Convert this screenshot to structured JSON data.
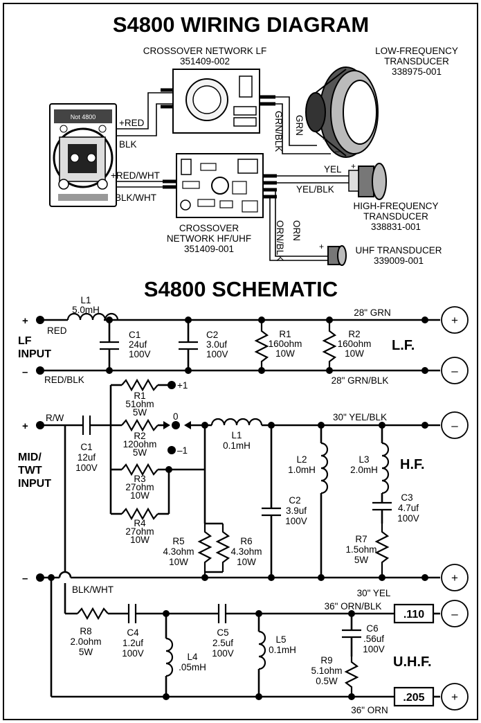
{
  "wiring": {
    "title": "S4800 WIRING DIAGRAM",
    "crossover_lf": {
      "line1": "CROSSOVER NETWORK LF",
      "line2": "351409-002"
    },
    "lf_transducer": {
      "line1": "LOW-FREQUENCY",
      "line2": "TRANSDUCER",
      "line3": "338975-001"
    },
    "hf_transducer": {
      "line1": "HIGH-FREQUENCY",
      "line2": "TRANSDUCER",
      "line3": "338831-001"
    },
    "uhf_transducer": {
      "line1": "UHF TRANSDUCER",
      "line2": "339009-001"
    },
    "crossover_hf": {
      "line1": "CROSSOVER",
      "line2": "NETWORK HF/UHF",
      "line3": "351409-001"
    },
    "input_plate_text": "Not 4800",
    "wires": {
      "red": "+RED",
      "blk": "BLK",
      "red_wht": "+RED/WHT",
      "blk_wht": "BLK/WHT",
      "grn": "GRN",
      "grn_blk": "GRN/BLK",
      "yel": "YEL",
      "yel_blk": "YEL/BLK",
      "orn": "ORN",
      "orn_blk": "ORN/BLK"
    }
  },
  "schematic": {
    "title": "S4800 SCHEMATIC",
    "lf": {
      "input_line1": "LF",
      "input_line2": "INPUT",
      "plus": "+",
      "minus": "–",
      "red": "RED",
      "red_blk": "RED/BLK",
      "top_wire": "28\" GRN",
      "bottom_wire": "28\" GRN/BLK",
      "section": "L.F.",
      "l1": {
        "name": "L1",
        "value": "5.0mH"
      },
      "c1": {
        "name": "C1",
        "value": "24uf",
        "rating": "100V"
      },
      "c2": {
        "name": "C2",
        "value": "3.0uf",
        "rating": "100V"
      },
      "r1": {
        "name": "R1",
        "value": "160ohm",
        "rating": "10W"
      },
      "r2": {
        "name": "R2",
        "value": "160ohm",
        "rating": "10W"
      }
    },
    "hf": {
      "input_line1": "MID/",
      "input_line2": "TWT",
      "input_line3": "INPUT",
      "plus": "+",
      "minus": "–",
      "rw": "R/W",
      "blk_wht": "BLK/WHT",
      "top_wire": "30\" YEL/BLK",
      "bottom_wire": "30\" YEL",
      "section": "H.F.",
      "tap_p1": "+1",
      "tap_0": "0",
      "tap_m1": "–1",
      "c1": {
        "name": "C1",
        "value": "12uf",
        "rating": "100V"
      },
      "r1": {
        "name": "R1",
        "value": "51ohm",
        "rating": "5W"
      },
      "r2": {
        "name": "R2",
        "value": "120ohm",
        "rating": "5W"
      },
      "r3": {
        "name": "R3",
        "value": "27ohm",
        "rating": "10W"
      },
      "r4": {
        "name": "R4",
        "value": "27ohm",
        "rating": "10W"
      },
      "r5": {
        "name": "R5",
        "value": "4.3ohm",
        "rating": "10W"
      },
      "r6": {
        "name": "R6",
        "value": "4.3ohm",
        "rating": "10W"
      },
      "l1": {
        "name": "L1",
        "value": "0.1mH"
      },
      "c2": {
        "name": "C2",
        "value": "3.9uf",
        "rating": "100V"
      },
      "l2": {
        "name": "L2",
        "value": "1.0mH"
      },
      "l3": {
        "name": "L3",
        "value": "2.0mH"
      },
      "c3": {
        "name": "C3",
        "value": "4.7uf",
        "rating": "100V"
      },
      "r7": {
        "name": "R7",
        "value": "1.5ohm",
        "rating": "5W"
      }
    },
    "uhf": {
      "top_wire": "36\" ORN/BLK",
      "bottom_wire": "36\" ORN",
      "section": "U.H.F.",
      "tag_top": ".110",
      "tag_bottom": ".205",
      "r8": {
        "name": "R8",
        "value": "2.0ohm",
        "rating": "5W"
      },
      "c4": {
        "name": "C4",
        "value": "1.2uf",
        "rating": "100V"
      },
      "l4": {
        "name": "L4",
        "value": ".05mH"
      },
      "c5": {
        "name": "C5",
        "value": "2.5uf",
        "rating": "100V"
      },
      "l5": {
        "name": "L5",
        "value": "0.1mH"
      },
      "c6": {
        "name": "C6",
        "value": ".56uf",
        "rating": "100V"
      },
      "r9": {
        "name": "R9",
        "value": "5.1ohm",
        "rating": "0.5W"
      }
    },
    "terminals": {
      "plus": "+",
      "minus": "–"
    }
  }
}
